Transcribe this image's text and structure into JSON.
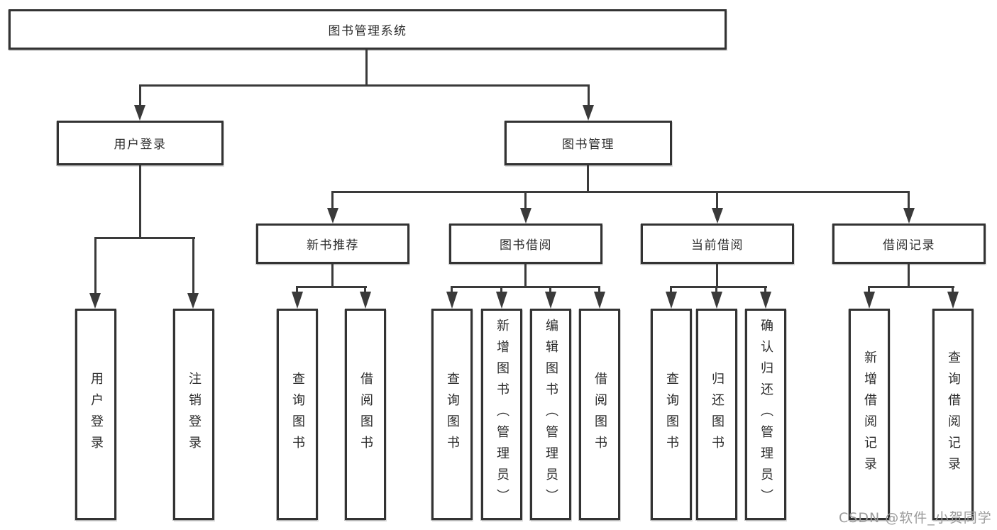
{
  "nodes": {
    "root": "图书管理系统",
    "user_login": "用户登录",
    "book_mgmt": "图书管理",
    "new_book_rec": "新书推荐",
    "book_borrow": "图书借阅",
    "current_borrow": "当前借阅",
    "borrow_records": "借阅记录",
    "ul_user_login": "用户登录",
    "ul_logout": "注销登录",
    "nr_query_books": "查询图书",
    "nr_borrow_books": "借阅图书",
    "bb_query_books": "查询图书",
    "bb_add_books": "新增图书（管理员）",
    "bb_edit_books": "编辑图书（管理员）",
    "bb_borrow_books": "借阅图书",
    "cb_query_books": "查询图书",
    "cb_return_books": "归还图书",
    "cb_confirm_return": "确认归还（管理员）",
    "br_add_record": "新增借阅记录",
    "br_query_record": "查询借阅记录"
  },
  "watermark": "CSDN @软件_小贺同学",
  "colors": {
    "line": "#3a3a3a",
    "box_border": "#333333",
    "box_fill": "#ffffff",
    "text": "#2b2b2b",
    "watermark": "#9c9c9c",
    "background": "#ffffff"
  }
}
